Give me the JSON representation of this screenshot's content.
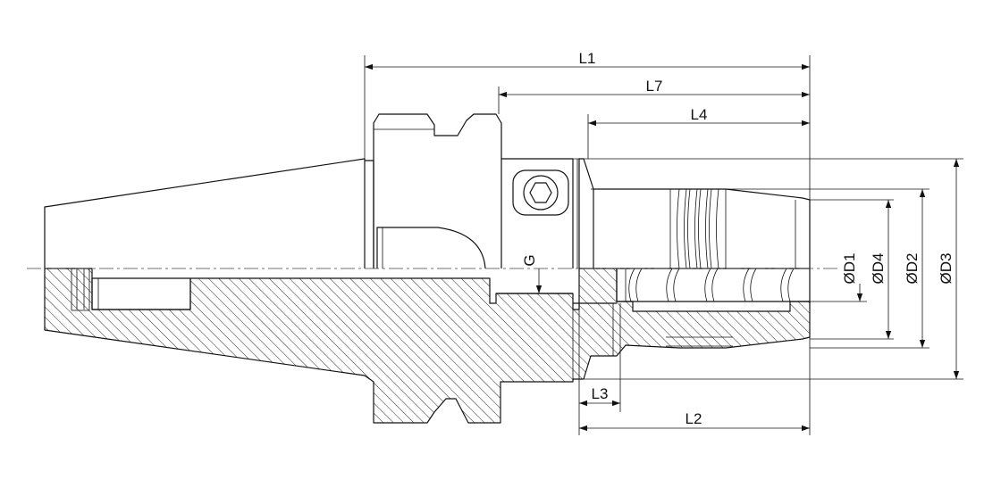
{
  "drawing": {
    "type": "tool holder cross-section",
    "line_color": "#111111",
    "background": "#ffffff"
  },
  "dimensions": {
    "L1": "L1",
    "L7": "L7",
    "L4": "L4",
    "L3": "L3",
    "L2": "L2",
    "G": "G",
    "D1": "ØD1",
    "D4": "ØD4",
    "D2": "ØD2",
    "D3": "ØD3"
  }
}
